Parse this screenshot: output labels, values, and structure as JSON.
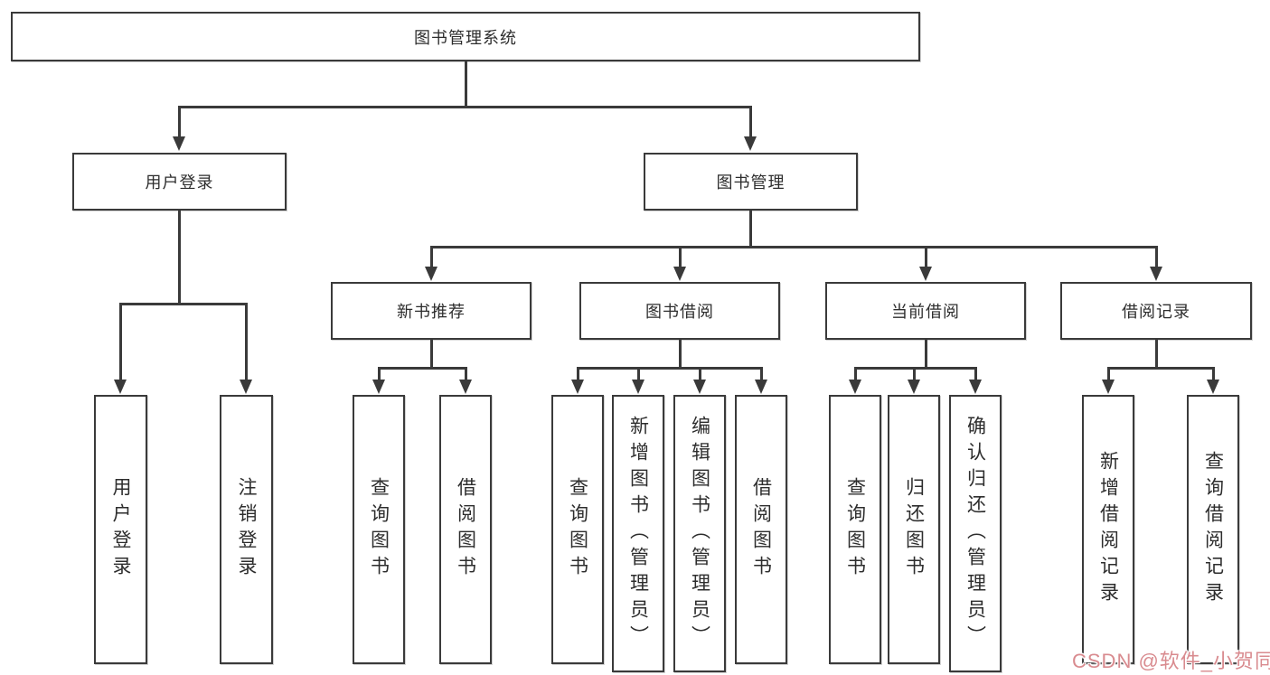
{
  "tree": {
    "label": "图书管理系统",
    "children": [
      {
        "label": "用户登录",
        "children": [
          {
            "label": "用户登录"
          },
          {
            "label": "注销登录"
          }
        ]
      },
      {
        "label": "图书管理",
        "children": [
          {
            "label": "新书推荐",
            "children": [
              {
                "label": "查询图书"
              },
              {
                "label": "借阅图书"
              }
            ]
          },
          {
            "label": "图书借阅",
            "children": [
              {
                "label": "查询图书"
              },
              {
                "label": "新增图书（管理员）"
              },
              {
                "label": "编辑图书（管理员）"
              },
              {
                "label": "借阅图书"
              }
            ]
          },
          {
            "label": "当前借阅",
            "children": [
              {
                "label": "查询图书"
              },
              {
                "label": "归还图书"
              },
              {
                "label": "确认归还（管理员）"
              }
            ]
          },
          {
            "label": "借阅记录",
            "children": [
              {
                "label": "新增借阅记录"
              },
              {
                "label": "查询借阅记录"
              }
            ]
          }
        ]
      }
    ]
  },
  "watermark": {
    "text": "CSDN @软件_小贺同学",
    "color": "#d98b8f"
  },
  "colors": {
    "line": "#3a3a3a",
    "text": "#2d2d2d",
    "background": "#ffffff"
  }
}
